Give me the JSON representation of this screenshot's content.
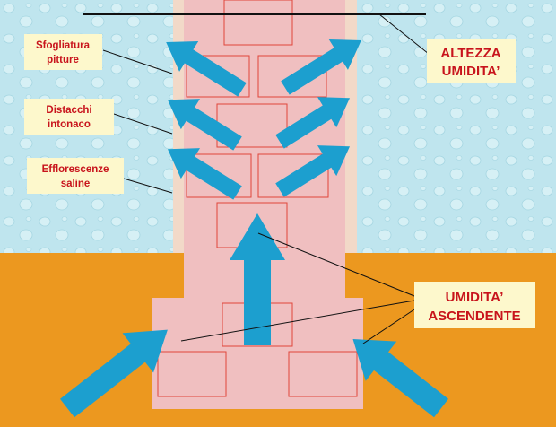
{
  "labels": {
    "peeling_paint": [
      "Sfogliatura",
      "pitture"
    ],
    "plaster_detachment": [
      "Distacchi",
      "intonaco"
    ],
    "salt_efflorescence": [
      "Efflorescenze",
      "saline"
    ],
    "moisture_height": [
      "ALTEZZA",
      "UMIDITA’"
    ],
    "rising_damp": [
      "UMIDITA’",
      "ASCENDENTE"
    ]
  },
  "colors": {
    "water": "#bfe5ee",
    "ground": "#ec981f",
    "plaster": "#f2d9c8",
    "brick": "#f0bfc0",
    "arrow": "#1c9fcf",
    "label_bg": "#fdf8cc",
    "label_text": "#c8141c"
  }
}
